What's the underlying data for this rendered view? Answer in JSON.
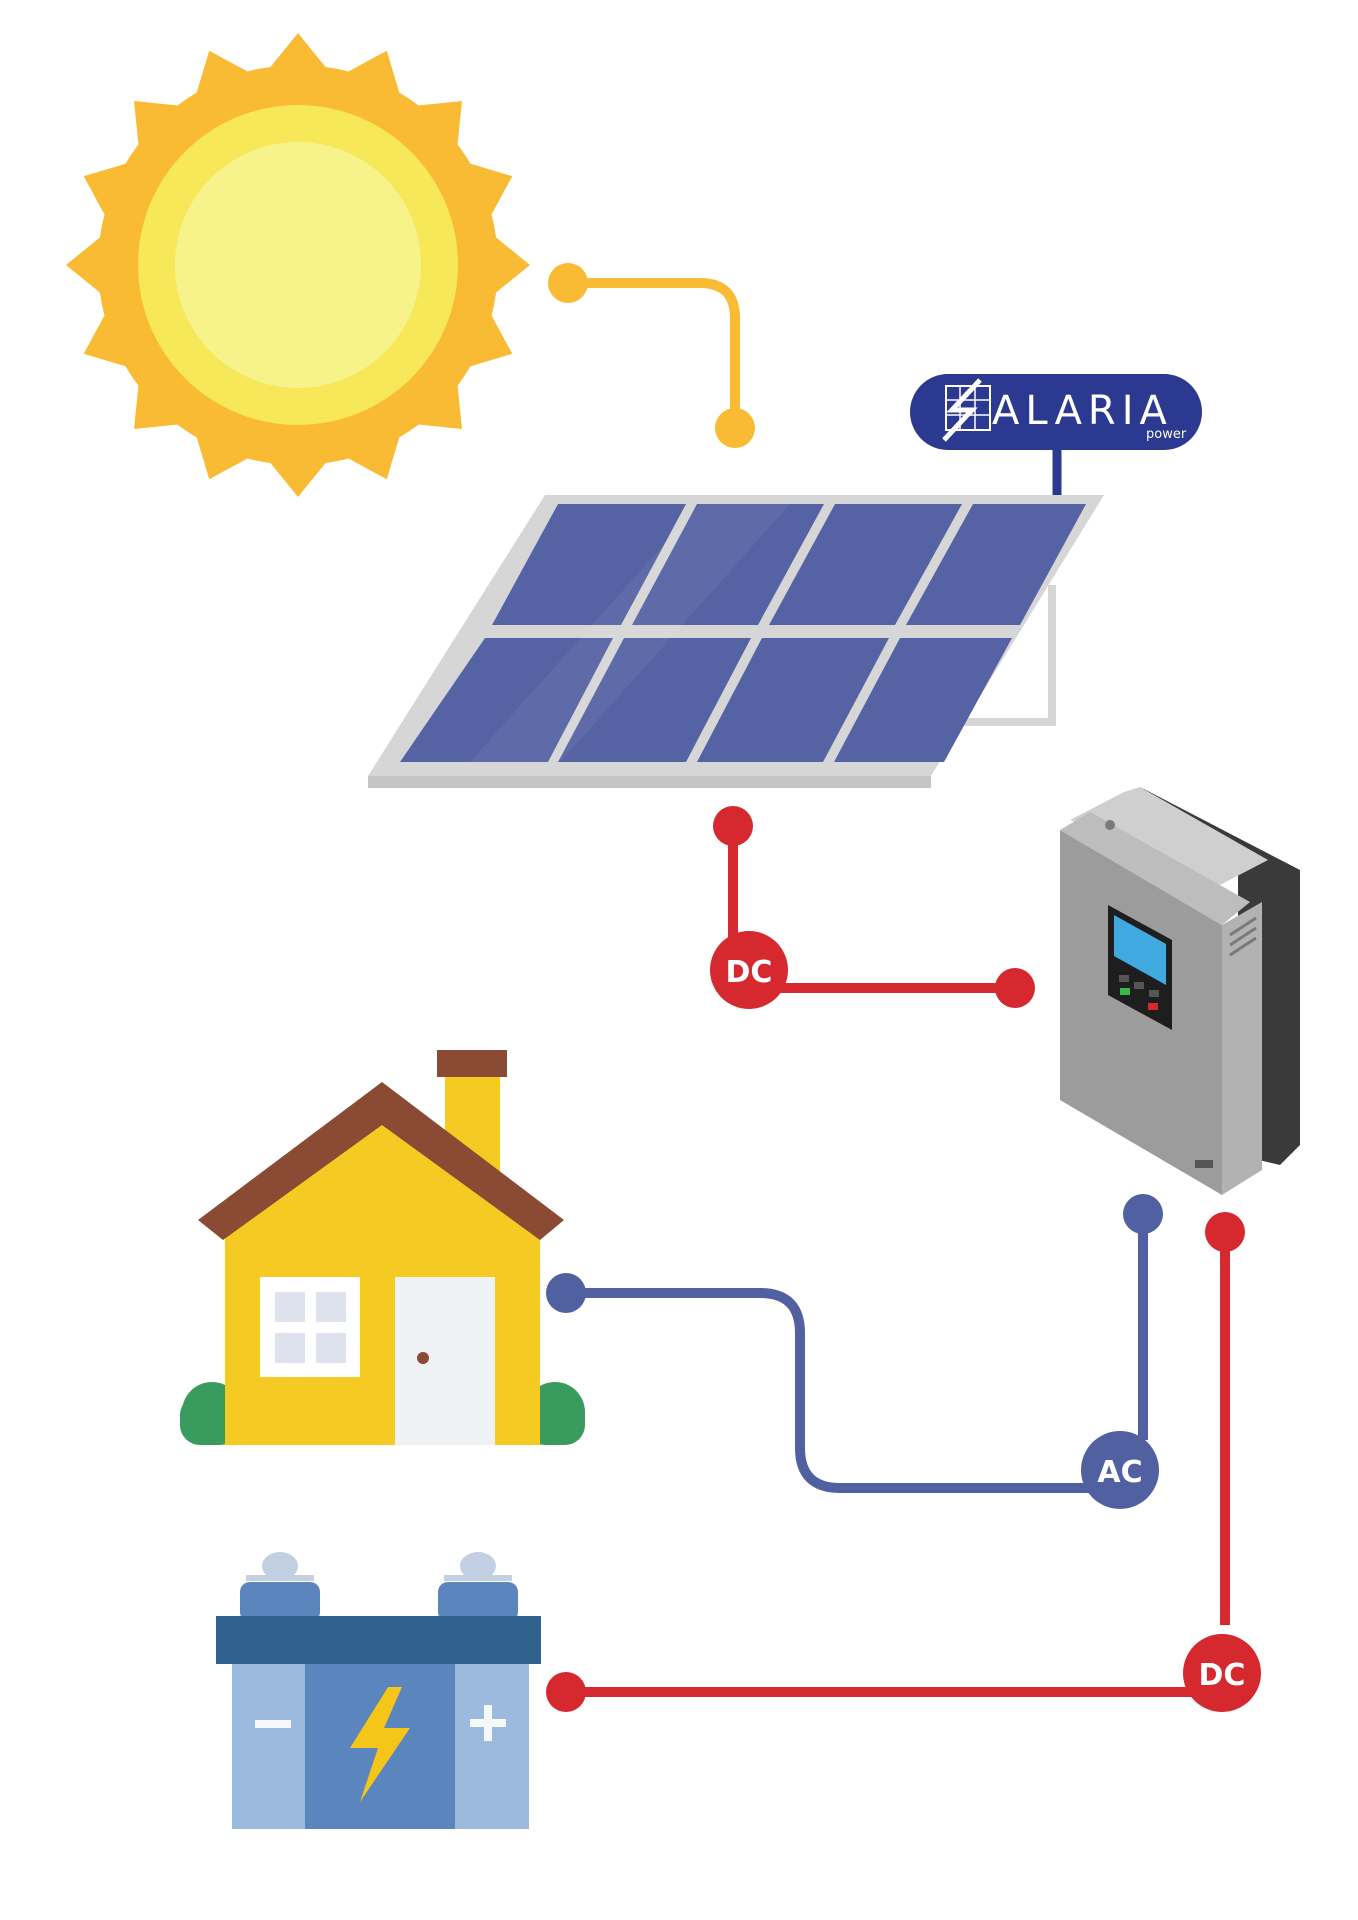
{
  "brand": {
    "name": "ALARIA",
    "sub": "power",
    "color": "#2b3990"
  },
  "badges": {
    "dc_top": "DC",
    "ac": "AC",
    "dc_bottom": "DC"
  },
  "colors": {
    "sun_outer": "#f9bb33",
    "sun_mid": "#f7e859",
    "sun_inner": "#f8f28a",
    "panel_cell": "#5562a4",
    "panel_frame": "#d6d6d6",
    "dc_wire": "#d6282f",
    "ac_wire": "#5060a0",
    "sun_wire": "#f9bb33",
    "house_wall": "#f5cb23",
    "house_roof": "#8b4a33",
    "battery_body": "#5a86bd",
    "battery_side": "#9cb9de",
    "battery_top": "#315f8e",
    "bolt": "#f5c518"
  },
  "icons": [
    "sun-icon",
    "solar-panel-icon",
    "inverter-icon",
    "house-icon",
    "battery-icon",
    "bolt-icon"
  ]
}
